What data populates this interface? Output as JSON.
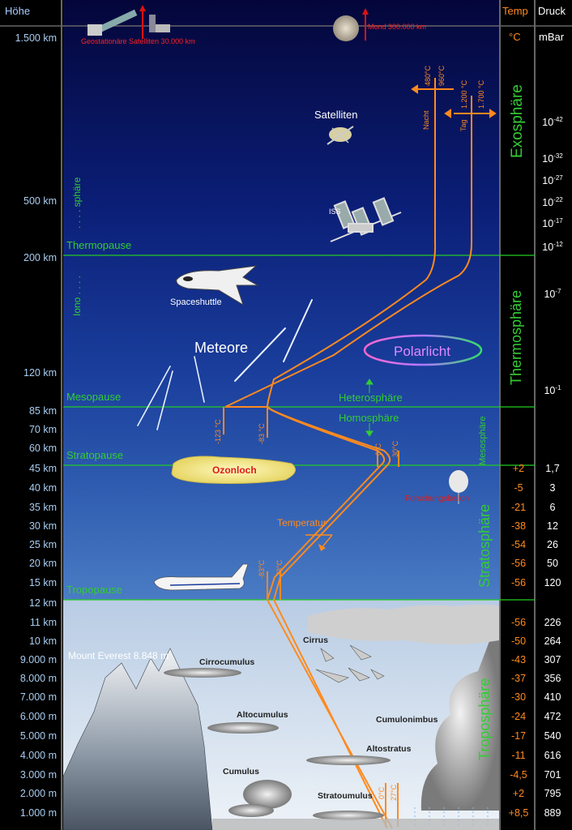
{
  "headers": {
    "height": "Höhe",
    "temp": "Temp",
    "temp_unit": "°C",
    "pressure": "Druck",
    "pressure_unit": "mBar"
  },
  "altitudes": [
    "1.500 km",
    "500 km",
    "200 km",
    "120 km",
    "85 km",
    "70 km",
    "60 km",
    "45 km",
    "40 km",
    "35 km",
    "30 km",
    "25 km",
    "20 km",
    "15 km",
    "12 km",
    "11 km",
    "10 km",
    "9.000 m",
    "8.000 m",
    "7.000 m",
    "6.000 m",
    "5.000 m",
    "4.000 m",
    "3.000 m",
    "2.000 m",
    "1.000 m"
  ],
  "temperatures": [
    "+2",
    "-5",
    "-21",
    "-38",
    "-54",
    "-56",
    "-56",
    "-56",
    "-50",
    "-43",
    "-37",
    "-30",
    "-24",
    "-17",
    "-11",
    "-4,5",
    "+2",
    "+8,5"
  ],
  "pressures_low": [
    "10-1",
    "10-7",
    "10-12",
    "10-17",
    "10-22",
    "10-27",
    "10-32",
    "10-42"
  ],
  "pressures_high": [
    "1,7",
    "3",
    "6",
    "12",
    "26",
    "50",
    "120",
    "226",
    "264",
    "307",
    "356",
    "410",
    "472",
    "540",
    "616",
    "701",
    "795",
    "889"
  ],
  "layers": {
    "thermopause": "Thermopause",
    "mesopause": "Mesopause",
    "stratopause": "Stratopause",
    "tropopause": "Tropopause",
    "exosphere": "Exosphäre",
    "thermosphere": "Thermosphäre",
    "mesosphere": "Mesosphäre",
    "stratosphere": "Stratosphäre",
    "troposphere": "Troposphäre",
    "ionosphere_a": "Iono . . . .",
    "ionosphere_b": ". . . . sphäre",
    "heterosphere": "Heterosphäre",
    "homosphere": "Homosphäre"
  },
  "objects": {
    "geo_satellites": "Geostationäre Satelliten 30.000 km",
    "moon": "Mond 300.000 km",
    "satellites": "Satelliten",
    "iss": "ISS",
    "spaceshuttle": "Spaceshuttle",
    "meteors": "Meteore",
    "aurora": "Polarlicht",
    "ozone_hole": "Ozonloch",
    "balloon": "Forschungsballon",
    "temperature": "Temperatur",
    "everest": "Mount Everest 8.848 m"
  },
  "clouds": {
    "cirrocumulus": "Cirrocumulus",
    "cirrus": "Cirrus",
    "altocumulus": "Altocumulus",
    "cumulonimbus": "Cumulonimbus",
    "altostratus": "Altostratus",
    "cumulus": "Cumulus",
    "stratocumulus": "Stratoumulus"
  },
  "curve_labels": {
    "night": "Nacht",
    "day": "Tag",
    "t480": "480°C",
    "t960": "960°C",
    "t1200": "1.200 °C",
    "t1700": "1.700 °C",
    "tm123": "-123 °C",
    "tm83a": "-83 °C",
    "t0a": "0°C",
    "t30": "30°C",
    "tm83b": "-83°C",
    "tm73": "-73°C",
    "t0b": "0°C",
    "t27": "27°C"
  },
  "colors": {
    "space_top": "#06084a",
    "space_mid": "#0e2a8a",
    "strato": "#2f5fb0",
    "tropo_top": "#d6e2f0",
    "temp_line": "#ff8a1e",
    "boundary": "#22cc22"
  }
}
